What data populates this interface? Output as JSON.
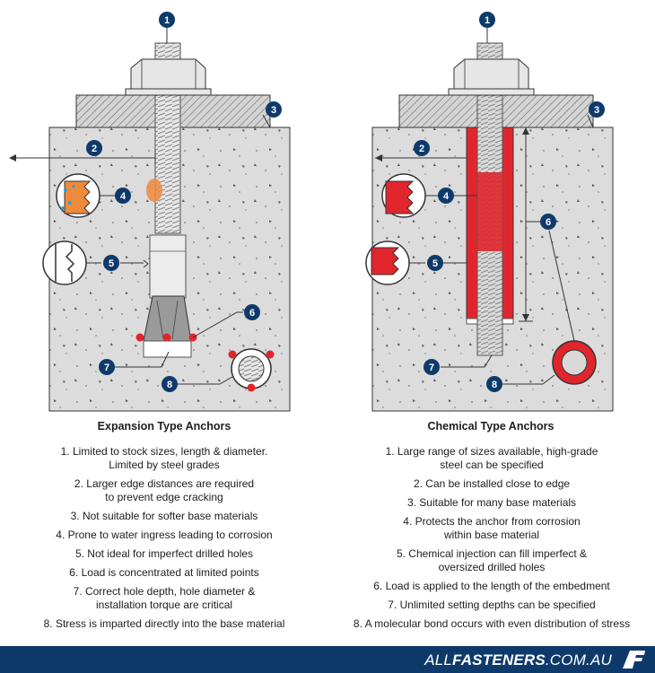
{
  "left_panel": {
    "title": "Expansion Type Anchors",
    "items": [
      "1. Limited to stock sizes, length & diameter.\nLimited by steel grades",
      "2. Larger edge distances are required\nto prevent edge cracking",
      "3. Not suitable for softer base materials",
      "4. Prone to water ingress leading to corrosion",
      "5. Not ideal for imperfect drilled holes",
      "6. Load is concentrated at limited points",
      "7. Correct hole depth, hole diameter &\ninstallation torque are critical",
      "8. Stress is imparted directly into the base material"
    ]
  },
  "right_panel": {
    "title": "Chemical Type Anchors",
    "items": [
      "1. Large range of sizes available, high-grade\nsteel can be specified",
      "2. Can be installed close to edge",
      "3. Suitable for many base materials",
      "4. Protects the anchor from corrosion\nwithin base material",
      "5. Chemical injection can fill imperfect &\noversized drilled holes",
      "6. Load is applied to the length of the embedment",
      "7. Unlimited setting depths can be specified",
      "8. A molecular bond occurs with even distribution of stress"
    ]
  },
  "markers": [
    "1",
    "2",
    "3",
    "4",
    "5",
    "6",
    "7",
    "8"
  ],
  "footer": {
    "brand_regular": "ALL",
    "brand_bold": "FASTENERS",
    "brand_suffix": ".COM.AU"
  },
  "colors": {
    "navy": "#0e3a6b",
    "red": "#e0262c",
    "orange": "#ee8a3c",
    "concrete": "#dcdcdc"
  },
  "icons": [
    "af-logo-icon"
  ]
}
